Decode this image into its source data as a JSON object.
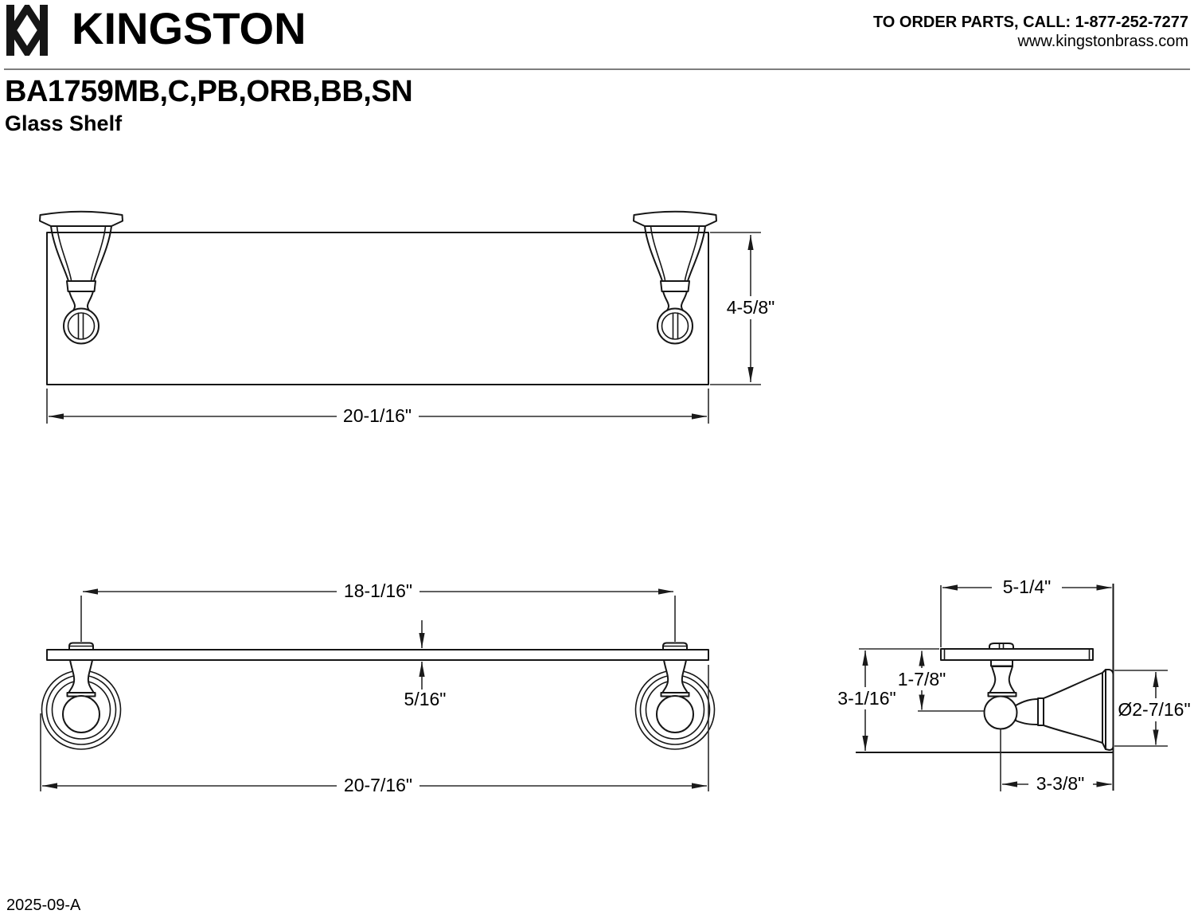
{
  "header": {
    "brand": "KINGSTON",
    "order_line": "TO ORDER PARTS, CALL: 1-877-252-7277",
    "website": "www.kingstonbrass.com",
    "model_codes": "BA1759MB,C,PB,ORB,BB,SN",
    "product_name": "Glass Shelf"
  },
  "dimensions": {
    "front_width": "20-1/16\"",
    "front_height": "4-5/8\"",
    "post_spacing": "18-1/16\"",
    "glass_thickness": "5/16\"",
    "overall_width": "20-7/16\"",
    "shelf_depth": "5-1/4\"",
    "overall_height": "3-1/16\"",
    "drop_to_center": "1-7/8\"",
    "flange_diameter": "Ø2-7/16\"",
    "wall_projection": "3-3/8\""
  },
  "footer": {
    "revision": "2025-09-A"
  },
  "colors": {
    "line": "#161616",
    "dimension": "#2b2b2b",
    "divider": "#7d7d7d",
    "text": "#000000"
  }
}
